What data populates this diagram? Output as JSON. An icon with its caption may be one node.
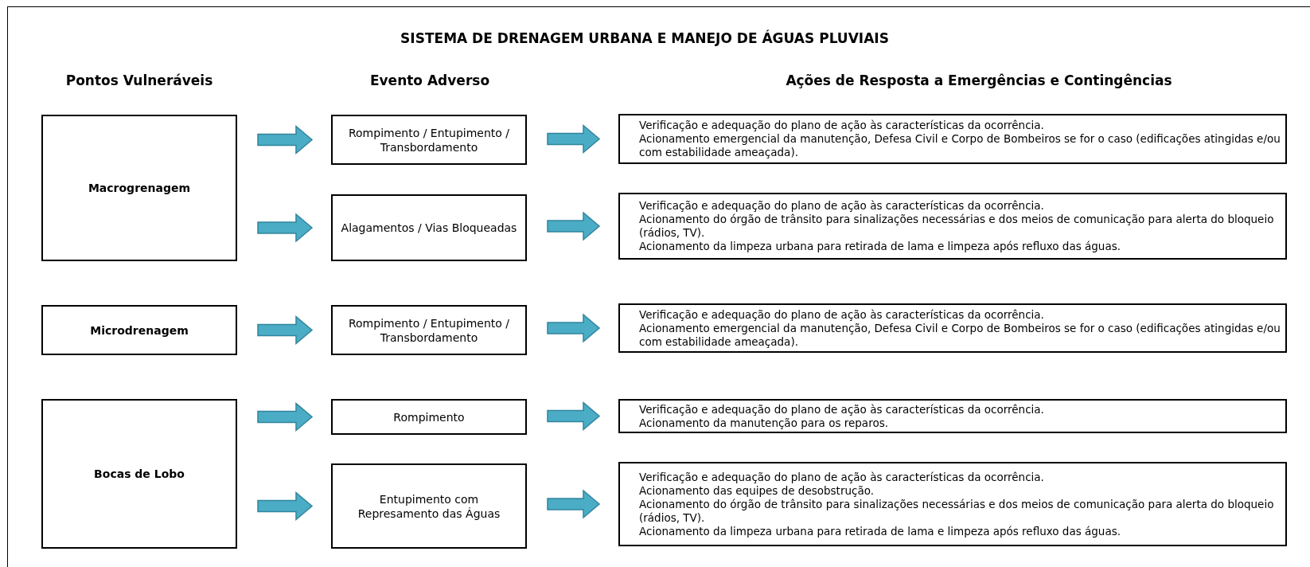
{
  "diagram": {
    "title": "SISTEMA DE DRENAGEM URBANA E MANEJO DE ÁGUAS PLUVIAIS",
    "nodes": [
      {
        "text": [
          "Macrogrenagem"
        ]
      },
      {
        "text": [
          "Rompimento / Entupimento / Transbordamento"
        ]
      },
      {
        "text": [
          "Verificação e adequação do plano de ação às características da ocorrência.",
          "Acionamento emergencial da manutenção, Defesa Civil e Corpo de Bombeiros se for o caso (edificações atingidas e/ou com estabilidade ameaçada)."
        ]
      },
      {
        "text": [
          "Alagamentos / Vias Bloqueadas"
        ]
      },
      {
        "text": [
          "Verificação e adequação do plano de ação às características da ocorrência.",
          "Acionamento do órgão de trânsito para sinalizações necessárias e dos meios de comunicação para alerta do bloqueio (rádios, TV).",
          "Acionamento da limpeza urbana para retirada de lama e limpeza após refluxo das águas."
        ]
      },
      {
        "text": [
          "Microdrenagem"
        ]
      },
      {
        "text": [
          "Rompimento / Entupimento / Transbordamento"
        ]
      },
      {
        "text": [
          "Verificação e adequação do plano de ação às características da ocorrência.",
          "Acionamento emergencial da manutenção, Defesa Civil e Corpo de Bombeiros se for o caso (edificações atingidas e/ou com estabilidade ameaçada)."
        ]
      },
      {
        "text": [
          "Bocas de Lobo"
        ]
      },
      {
        "text": [
          "Rompimento"
        ]
      },
      {
        "text": [
          "Verificação e adequação do plano de ação às características da ocorrência.",
          "Acionamento da manutenção para os reparos."
        ]
      },
      {
        "text": [
          "Entupimento com Represamento das Águas"
        ]
      },
      {
        "text": [
          "Verificação e adequação do plano de ação às características da ocorrência.",
          "Acionamento das equipes de desobstrução.",
          "Acionamento do órgão de trânsito para sinalizações necessárias e dos meios de comunicação para alerta do bloqueio (rádios, TV).",
          "Acionamento da limpeza urbana para retirada de lama e limpeza após refluxo das águas."
        ]
      }
    ],
    "edges": [
      {
        "from": 0,
        "to": 1,
        "arrow": "to"
      },
      {
        "from": 1,
        "to": 2,
        "arrow": "to"
      },
      {
        "from": 0,
        "to": 3,
        "arrow": "to"
      },
      {
        "from": 3,
        "to": 4,
        "arrow": "to"
      },
      {
        "from": 5,
        "to": 6,
        "arrow": "to"
      },
      {
        "from": 6,
        "to": 7,
        "arrow": "to"
      },
      {
        "from": 8,
        "to": 9,
        "arrow": "to"
      },
      {
        "from": 9,
        "to": 10,
        "arrow": "to"
      },
      {
        "from": 8,
        "to": 11,
        "arrow": "to"
      },
      {
        "from": 11,
        "to": 12,
        "arrow": "to"
      }
    ],
    "labels": [
      "Pontos Vulneráveis",
      "Evento Adverso",
      "Ações de Resposta a Emergências e Contingências"
    ]
  }
}
